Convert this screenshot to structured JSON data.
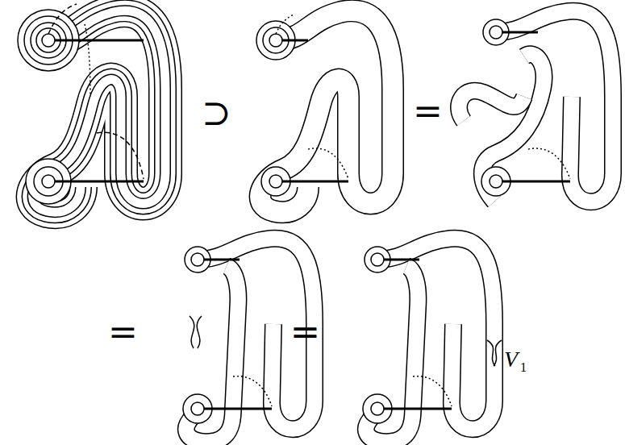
{
  "diagram": {
    "labels": [
      "⊃",
      "=",
      "=",
      "=",
      "=",
      "V",
      "1"
    ]
  }
}
